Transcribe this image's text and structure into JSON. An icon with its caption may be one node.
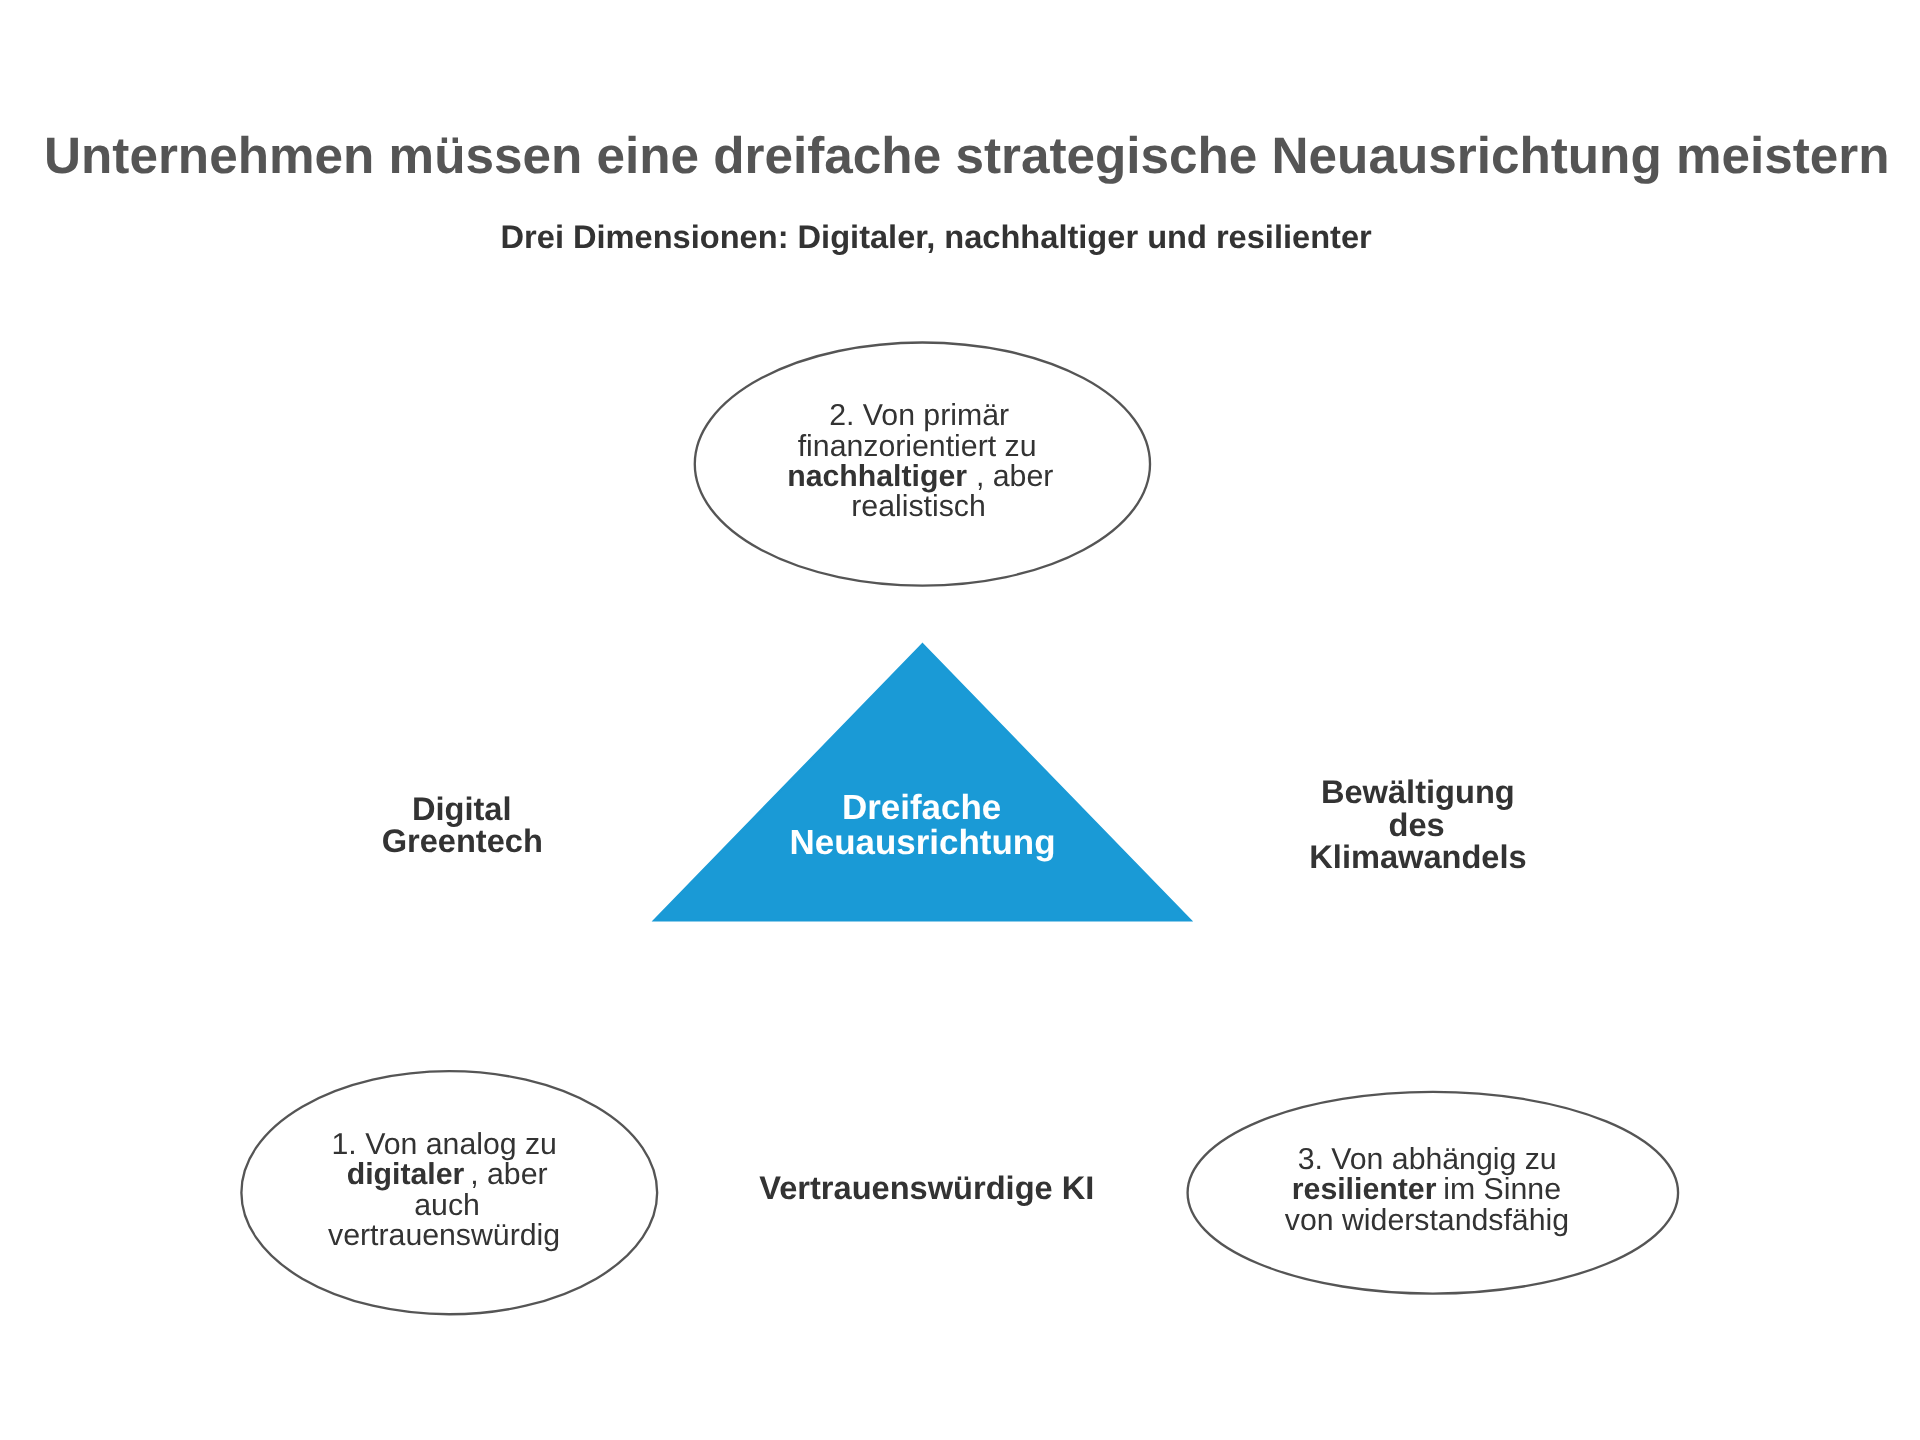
{
  "diagram": {
    "title": "Unternehmen müssen eine dreifache strategische Neuausrichtung meistern",
    "nodes": [
      {
        "text": [
          "2. Von primär finanzorientiert zu **nachhaltiger**, aber realistisch"
        ]
      },
      {
        "text": [
          "Dreifache Neuausrichtung"
        ]
      },
      {
        "text": [
          "1. Von analog zu **digitaler**, aber auch vertrauenswürdig"
        ]
      },
      {
        "text": [
          "3. Von abhängig zu **resilienter** im Sinne von widerstandsfähig"
        ]
      }
    ],
    "edges": [],
    "labels": [
      "Drei Dimensionen: Digitaler, nachhaltiger und resilienter",
      "Digital Greentech",
      "Bewältigung des Klimawandels",
      "Vertrauenswürdige KI"
    ]
  }
}
